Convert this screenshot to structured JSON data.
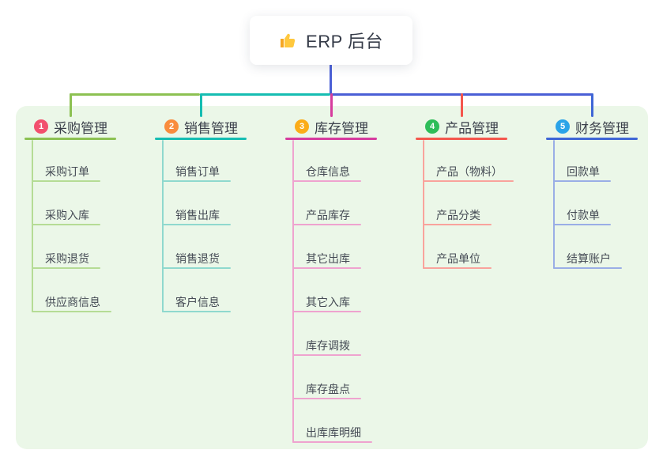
{
  "root": {
    "label": "ERP 后台",
    "icon": "thumbs-up-icon",
    "icon_color": "#FFC83D",
    "icon_cuff_color": "#F5A623"
  },
  "canvas": {
    "background": "#ffffff",
    "panel_background": "#EBF7E8",
    "trunk_connector_color": "#4A5FD6",
    "title_text_color": "#3A3F4A",
    "item_text_color": "#454B55"
  },
  "branches": [
    {
      "number": "1",
      "label": "采购管理",
      "badge_color": "#F2506E",
      "line_color": "#8CC152",
      "light_color": "#B5DC95",
      "items": [
        "采购订单",
        "采购入库",
        "采购退货",
        "供应商信息"
      ]
    },
    {
      "number": "2",
      "label": "销售管理",
      "badge_color": "#F98C3D",
      "line_color": "#16BDB2",
      "light_color": "#8FD9CE",
      "items": [
        "销售订单",
        "销售出库",
        "销售退货",
        "客户信息"
      ]
    },
    {
      "number": "3",
      "label": "库存管理",
      "badge_color": "#FBAC18",
      "line_color": "#D63C9E",
      "light_color": "#EFA3CF",
      "items": [
        "仓库信息",
        "产品库存",
        "其它出库",
        "其它入库",
        "库存调拨",
        "库存盘点",
        "出库库明细"
      ]
    },
    {
      "number": "4",
      "label": "产品管理",
      "badge_color": "#2EBD59",
      "line_color": "#F4574D",
      "light_color": "#F9A39C",
      "items": [
        "产品（物料）",
        "产品分类",
        "产品单位"
      ]
    },
    {
      "number": "5",
      "label": "财务管理",
      "badge_color": "#2AA3E8",
      "line_color": "#3F66D6",
      "light_color": "#9AAEE6",
      "items": [
        "回款单",
        "付款单",
        "结算账户"
      ]
    }
  ]
}
